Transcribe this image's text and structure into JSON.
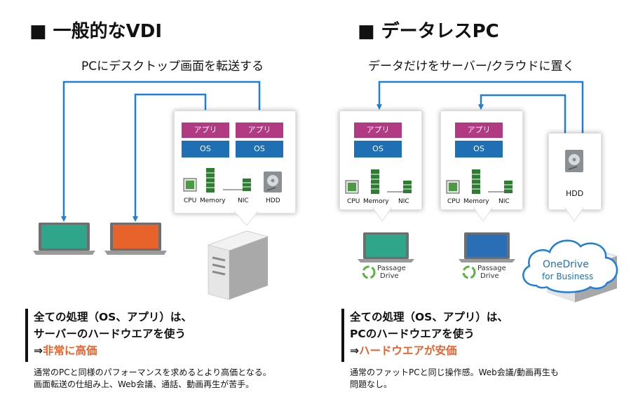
{
  "left": {
    "heading": "■ 一般的なVDI",
    "subtitle": "PCにデスクトップ画面を転送する",
    "vm1": {
      "app": "アプリ",
      "os": "OS"
    },
    "vm2": {
      "app": "アプリ",
      "os": "OS"
    },
    "components": {
      "cpu": "CPU",
      "memory": "Memory",
      "nic": "NIC",
      "hdd": "HDD"
    },
    "note": {
      "line1": "全ての処理（OS、アプリ）は、",
      "line2": "サーバーのハードウエアを使う",
      "prefix": "⇒",
      "accent": "非常に高価"
    },
    "small": {
      "line1": "通常のPCと同様のパフォーマンスを求めるとより高価となる。",
      "line2": "画面転送の仕組み上、Web会議、通話、動画再生が苦手。"
    }
  },
  "right": {
    "heading": "■ データレスPC",
    "subtitle": "データだけをサーバー/クラウドに置く",
    "pc1": {
      "app": "アプリ",
      "os": "OS",
      "cpu": "CPU",
      "memory": "Memory",
      "nic": "NIC"
    },
    "pc2": {
      "app": "アプリ",
      "os": "OS",
      "cpu": "CPU",
      "memory": "Memory",
      "nic": "NIC"
    },
    "hdd_label": "HDD",
    "passage_drive": {
      "line1": "Passage",
      "line2": "Drive"
    },
    "onedrive": {
      "line1": "OneDrive",
      "line2": "for Business"
    },
    "note": {
      "line1": "全ての処理（OS、アプリ）は、",
      "line2": "PCのハードウエアを使う",
      "prefix": "⇒",
      "accent": "ハードウエアが安価"
    },
    "small": {
      "line1": "通常のファットPCと同じ操作感。Web会議/動画再生も",
      "line2": "問題なし。"
    }
  },
  "colors": {
    "arrow": "#1e7fd9",
    "app": "#b13a82",
    "os": "#1e6fb4",
    "laptop_green": "#2fa58a",
    "laptop_orange": "#e8632b",
    "laptop_blue": "#2a6fb5",
    "accent": "#e8632b"
  }
}
